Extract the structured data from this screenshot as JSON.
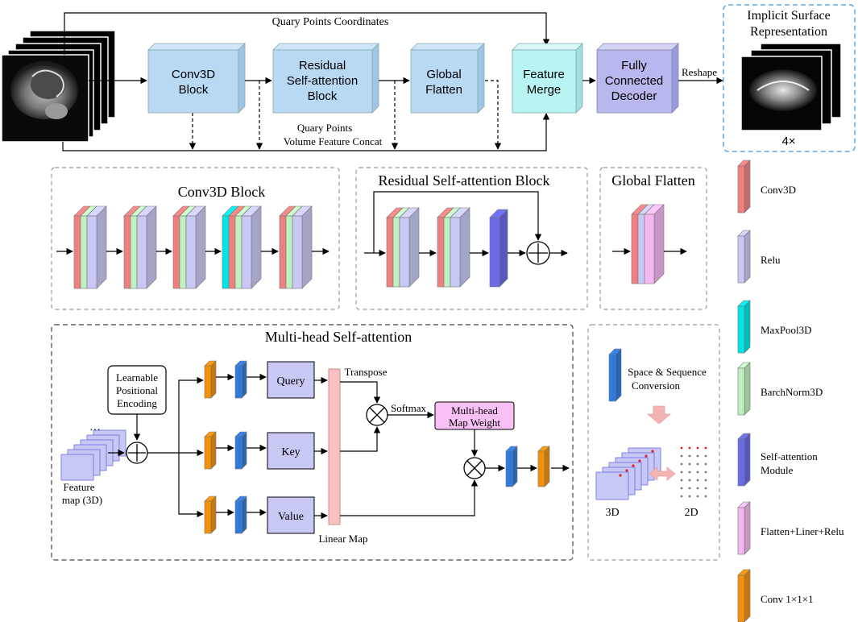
{
  "top": {
    "query_coords_label": "Quary Points  Coordinates",
    "query_concat_line1": "Quary Points",
    "query_concat_line2": "Volume Feature Concat",
    "reshape_label": "Reshape",
    "output_title_line1": "Implicit Surface",
    "output_title_line2": "Representation",
    "output_multiplier": "4×",
    "blocks": [
      {
        "lines": [
          "Conv3D",
          "Block"
        ]
      },
      {
        "lines": [
          "Residual",
          "Self-attention",
          "Block"
        ]
      },
      {
        "lines": [
          "Global",
          "Flatten"
        ]
      },
      {
        "lines": [
          "Feature",
          "Merge"
        ]
      },
      {
        "lines": [
          "Fully",
          "Connected",
          "Decoder"
        ]
      }
    ]
  },
  "panels": {
    "conv3d_block": "Conv3D Block",
    "residual_block": "Residual Self-attention Block",
    "global_flatten": "Global Flatten",
    "multihead": "Multi-head Self-attention"
  },
  "mhsa": {
    "positional_line1": "Learnable",
    "positional_line2": "Positional",
    "positional_line3": "Encoding",
    "feature_map_line1": "Feature",
    "feature_map_line2": "map (3D)",
    "ellipsis": "···",
    "query": "Query",
    "key": "Key",
    "value": "Value",
    "transpose": "Transpose",
    "softmax": "Softmax",
    "linear_map": "Linear Map",
    "map_weight_line1": "Multi-head",
    "map_weight_line2": "Map Weight"
  },
  "conversion": {
    "title_line1": "Space & Sequence",
    "title_line2": "Conversion",
    "label_3d": "3D",
    "label_2d": "2D"
  },
  "legend": [
    {
      "label": "Conv3D",
      "color": "#f08080"
    },
    {
      "label": "Relu",
      "color": "#c8c8f4"
    },
    {
      "label": "MaxPool3D",
      "color": "#00e6e6"
    },
    {
      "label": "BarchNorm3D",
      "color": "#c0f0c0"
    },
    {
      "label": "Self-attention",
      "label2": "Module",
      "color": "#6a6ae6"
    },
    {
      "label": "Flatten+Liner+Relu",
      "color": "#f4b8f0"
    },
    {
      "label": "Conv 1×1×1",
      "color": "#f5900a"
    }
  ],
  "colors": {
    "block_fill": "#b8d8f4",
    "merge_fill": "#b8f4f4",
    "decoder_fill": "#b8b8ee",
    "qkv_fill": "#c8c8f4",
    "linear_map_fill": "#f8c0c0",
    "map_weight_fill": "#f8c0f4",
    "conv111": "#f5900a",
    "seq_blue": "#2e7be0",
    "dash_blue": "#5aa8e6",
    "panel_dash": "#999999"
  }
}
